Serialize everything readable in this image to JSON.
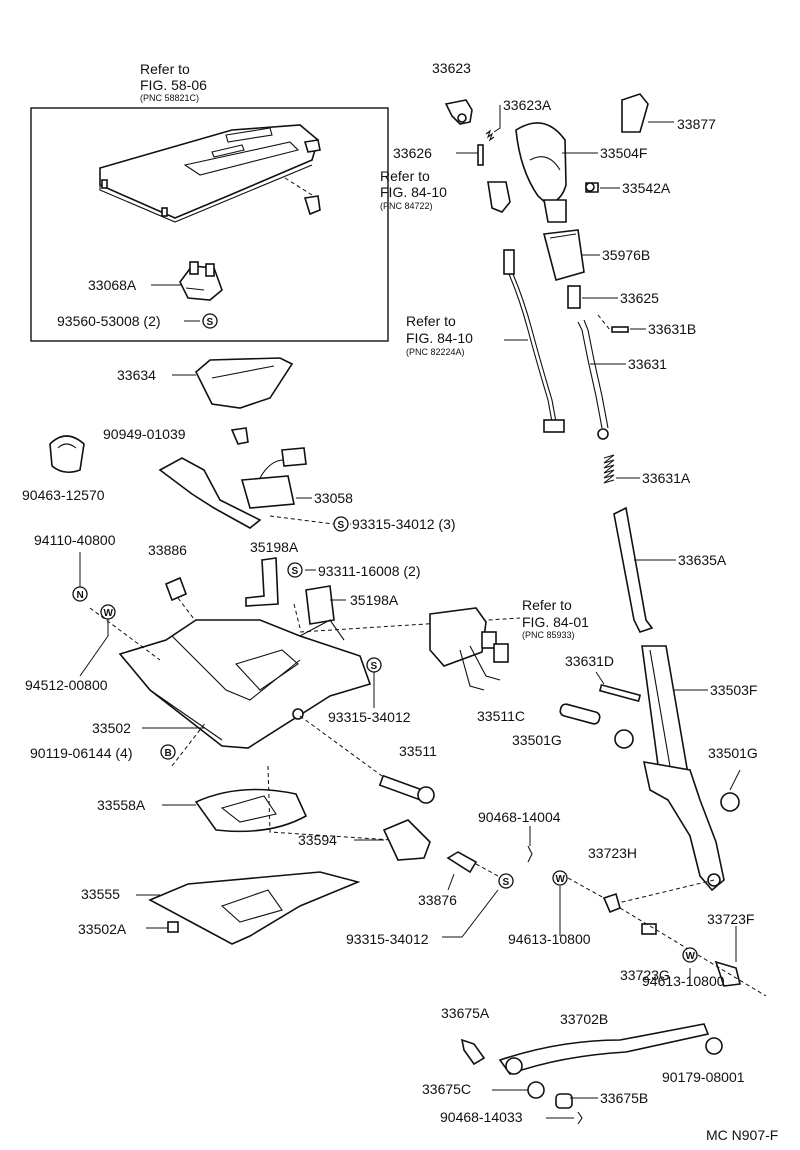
{
  "labels": {
    "p33623": "33623",
    "p33623A": "33623A",
    "p33877": "33877",
    "p33626": "33626",
    "p33504F": "33504F",
    "p33542A": "33542A",
    "p35976B": "35976B",
    "p33625": "33625",
    "p33631B": "33631B",
    "p33631": "33631",
    "p33631A": "33631A",
    "p33635A": "33635A",
    "p33068A": "33068A",
    "p93560": "93560-53008 (2)",
    "p33634": "33634",
    "p90949": "90949-01039",
    "p90463": "90463-12570",
    "p33058": "33058",
    "p93315a": "93315-34012 (3)",
    "p94110": "94110-40800",
    "p33886": "33886",
    "p35198A_1": "35198A",
    "p93311": "93311-16008 (2)",
    "p35198A_2": "35198A",
    "p94512": "94512-00800",
    "p33502": "33502",
    "p93315b": "93315-34012",
    "p90119": "90119-06144 (4)",
    "p33631D": "33631D",
    "p33503F": "33503F",
    "p33511C": "33511C",
    "p33501G_1": "33501G",
    "p33501G_2": "33501G",
    "p33511": "33511",
    "p33558A": "33558A",
    "p33594": "33594",
    "p90468a": "90468-14004",
    "p33723H": "33723H",
    "p33555": "33555",
    "p33876": "33876",
    "p33502A": "33502A",
    "p93315c": "93315-34012",
    "p94613a": "94613-10800",
    "p33723F": "33723F",
    "p33723G": "33723G",
    "p94613b": "94613-10800",
    "p33675A": "33675A",
    "p33702B": "33702B",
    "p90179": "90179-08001",
    "p33675C": "33675C",
    "p33675B": "33675B",
    "p90468b": "90468-14033"
  },
  "refs": {
    "r1": {
      "line1": "Refer to",
      "line2": "FIG. 58-06",
      "pnc": "(PNC 58821C)"
    },
    "r2": {
      "line1": "Refer to",
      "line2": "FIG. 84-10",
      "pnc": "(PNC 84722)"
    },
    "r3": {
      "line1": "Refer to",
      "line2": "FIG. 84-10",
      "pnc": "(PNC 82224A)"
    },
    "r4": {
      "line1": "Refer to",
      "line2": "FIG. 84-01",
      "pnc": "(PNC 85933)"
    }
  },
  "symbols": {
    "s": "S",
    "n": "N",
    "w": "W",
    "b": "B"
  },
  "footer": {
    "code": "MC N907-F"
  }
}
